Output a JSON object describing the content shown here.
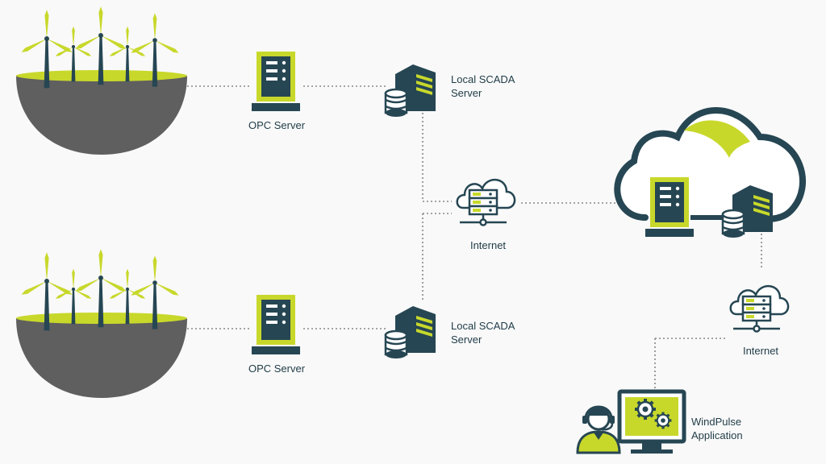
{
  "colors": {
    "dark": "#264653",
    "accent": "#c8d82b",
    "ground": "#5f5f5f",
    "wire": "#888888"
  },
  "nodes": {
    "opc_server_top": {
      "label": "OPC Server",
      "icon": "opc-server-icon"
    },
    "opc_server_bottom": {
      "label": "OPC Server",
      "icon": "opc-server-icon"
    },
    "local_scada_top": {
      "label_line1": "Local SCADA",
      "label_line2": "Server",
      "icon": "server-tower-icon"
    },
    "local_scada_bottom": {
      "label_line1": "Local SCADA",
      "label_line2": "Server",
      "icon": "server-tower-icon"
    },
    "internet_center": {
      "label": "Internet",
      "icon": "cloud-network-icon"
    },
    "internet_right": {
      "label": "Internet",
      "icon": "cloud-network-icon"
    },
    "windpulse": {
      "label_line1": "WindPulse",
      "label_line2": "Application",
      "icon": "monitor-gears-icon"
    },
    "operator": {
      "icon": "operator-headset-icon"
    },
    "wind_farm_top": {
      "icon": "wind-farm-icon"
    },
    "wind_farm_bottom": {
      "icon": "wind-farm-icon"
    },
    "cloud": {
      "icon": "cloud-icon"
    }
  }
}
